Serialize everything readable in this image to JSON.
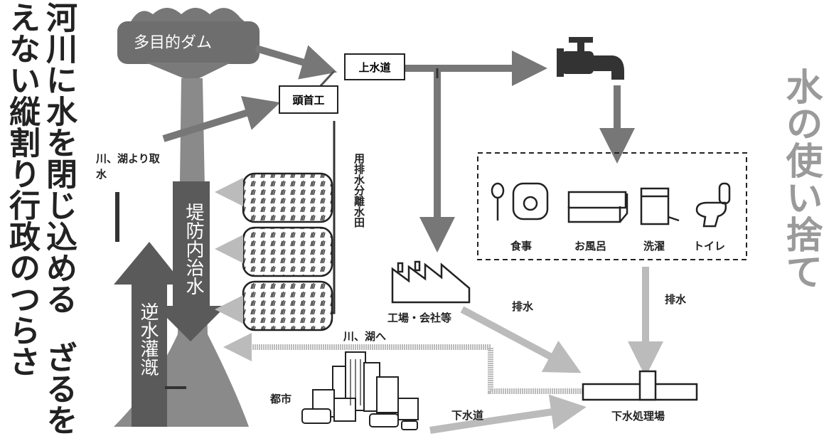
{
  "headline": {
    "col1": "河川に水を閉じ込める",
    "col2": "えない縦割り行政のつらさ",
    "suffix": "ざるを"
  },
  "side_title": "水の使い捨て",
  "dam": {
    "label": "多目的ダム"
  },
  "boxes": {
    "water_supply": "上水道",
    "headworks": "頭首工"
  },
  "labels": {
    "intake": "川、湖より取水",
    "drainage_paddy": "用排水分離水田",
    "levee_flood": "堤防内治水",
    "reverse_irrigation": "逆水灌漑",
    "factory": "工場・会社等",
    "drainage_1": "排水",
    "drainage_2": "排水",
    "to_river": "川、湖へ",
    "city": "都市",
    "sewer": "下水道",
    "treatment_plant": "下水処理場"
  },
  "household": {
    "items": [
      "食事",
      "お風呂",
      "洗濯",
      "トイレ"
    ]
  }
}
